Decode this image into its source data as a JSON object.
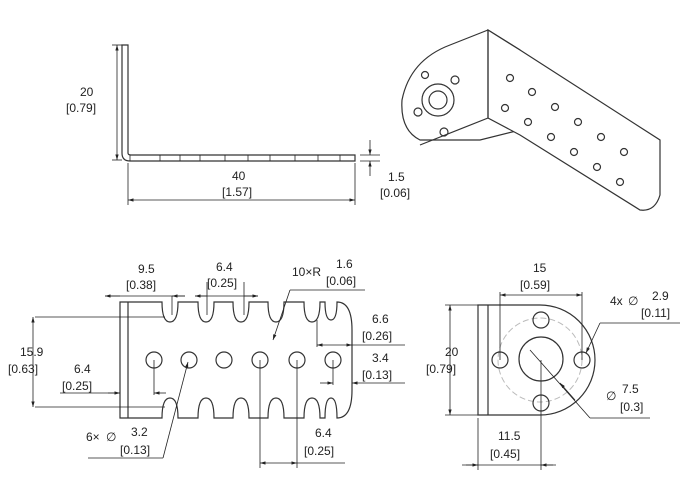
{
  "views": {
    "side": {
      "height": "20",
      "height_in": "[0.79]",
      "length": "40",
      "length_in": "[1.57]",
      "thickness": "1.5",
      "thickness_in": "[0.06]"
    },
    "top": {
      "edge_to_notch": "9.5",
      "edge_to_notch_in": "[0.38]",
      "notch_pitch": "6.4",
      "notch_pitch_in": "[0.25]",
      "radius_count": "10×R",
      "radius": "1.6",
      "radius_in": "[0.06]",
      "end_notch": "6.6",
      "end_notch_in": "[0.26]",
      "end_hole": "3.4",
      "end_hole_in": "[0.13]",
      "width": "15.9",
      "width_in": "[0.63]",
      "edge_to_hole": "6.4",
      "edge_to_hole_in": "[0.25]",
      "hole_count": "6×",
      "hole_dia": "3.2",
      "hole_dia_in": "[0.13]",
      "hole_pitch": "6.4",
      "hole_pitch_in": "[0.25]"
    },
    "end": {
      "hole_spacing": "15",
      "hole_spacing_in": "[0.59]",
      "hole_count": "4x",
      "hole_dia": "2.9",
      "hole_dia_in": "[0.11]",
      "height": "20",
      "height_in": "[0.79]",
      "bore": "7.5",
      "bore_in": "[0.3]",
      "center_offset": "11.5",
      "center_offset_in": "[0.45]"
    },
    "diameter_symbol": "∅"
  }
}
